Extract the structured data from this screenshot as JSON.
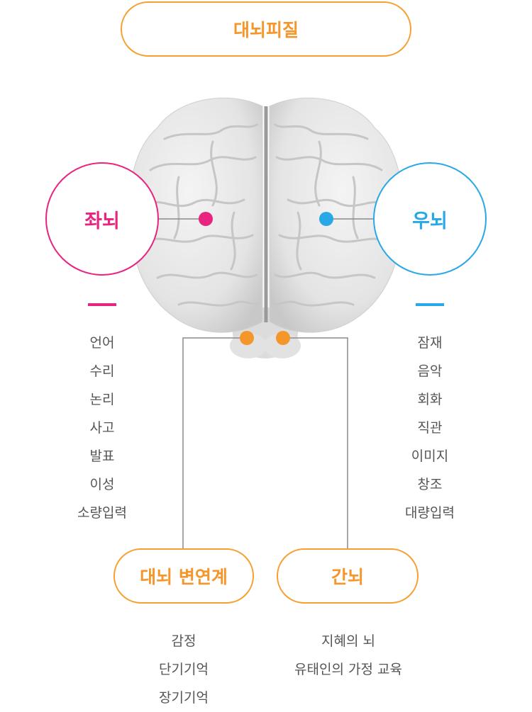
{
  "cortex": {
    "label": "대뇌피질"
  },
  "left_brain": {
    "label": "좌뇌",
    "color": "#e8247f",
    "items": [
      "언어",
      "수리",
      "논리",
      "사고",
      "발표",
      "이성",
      "소량입력"
    ]
  },
  "right_brain": {
    "label": "우뇌",
    "color": "#29a8e8",
    "items": [
      "잠재",
      "음악",
      "회화",
      "직관",
      "이미지",
      "창조",
      "대량입력"
    ]
  },
  "limbic": {
    "label": "대뇌 변연계",
    "items": [
      "감정",
      "단기기억",
      "장기기억"
    ]
  },
  "diencephalon": {
    "label": "간뇌",
    "items": [
      "지혜의 뇌",
      "유태인의 가정 교육"
    ]
  },
  "accent_color": "#f5962a"
}
